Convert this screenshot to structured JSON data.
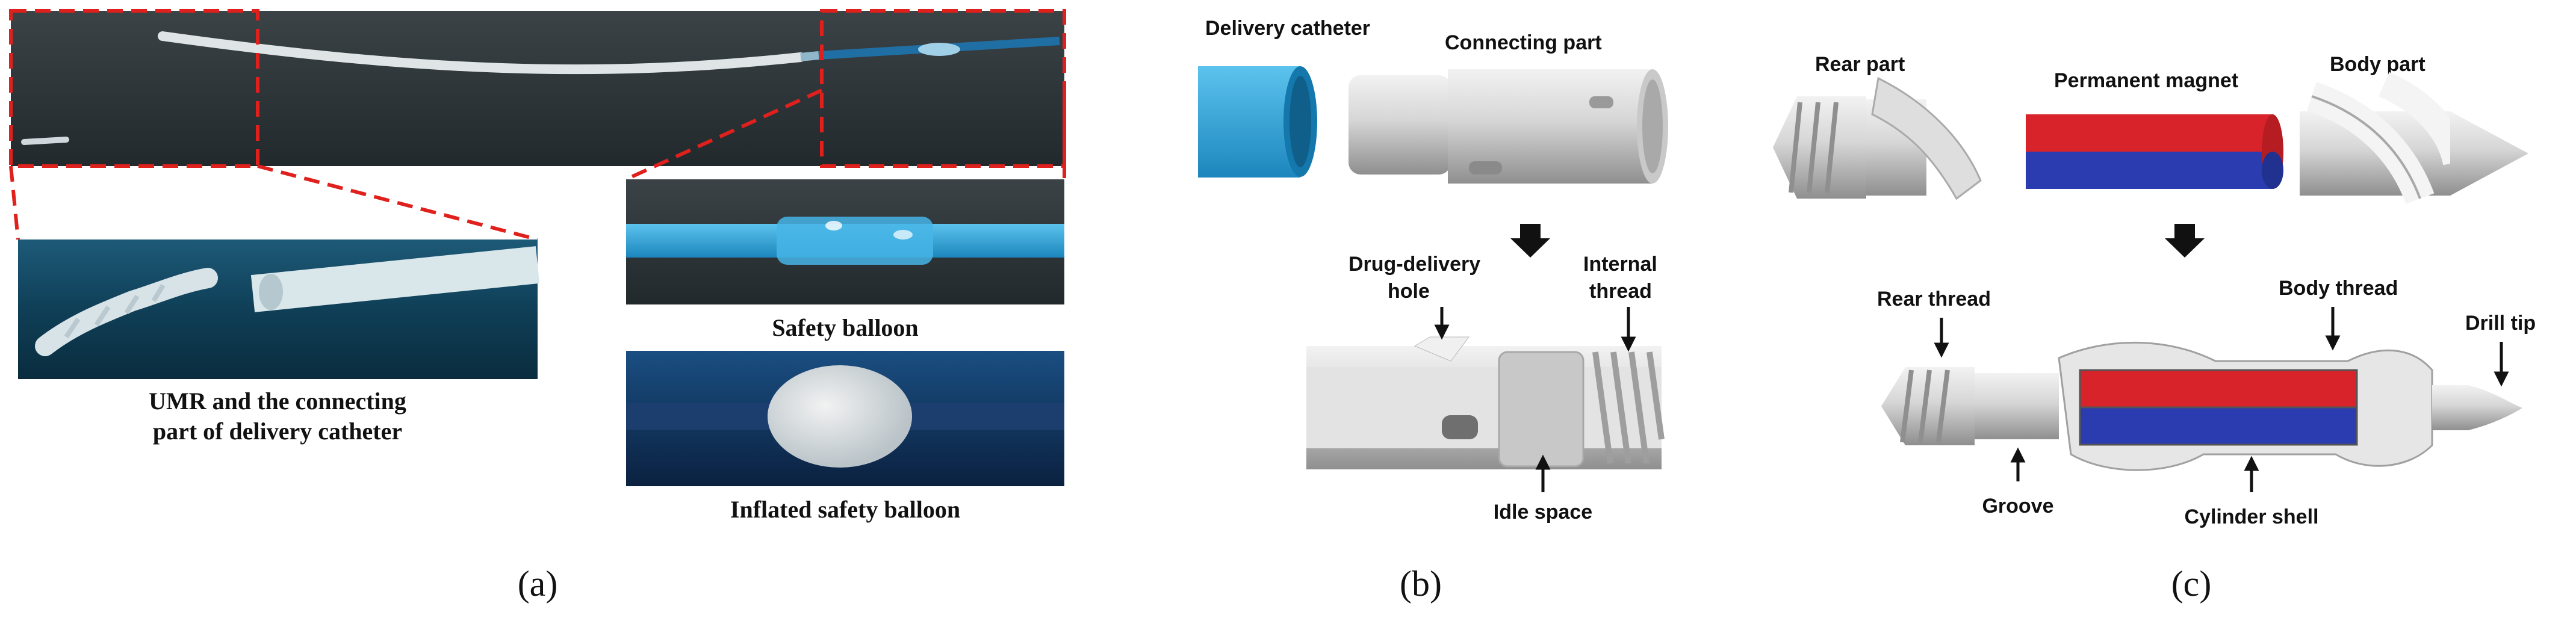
{
  "panel_a": {
    "caption": "(a)",
    "umr_label_line1": "UMR and the connecting",
    "umr_label_line2": "part of delivery catheter",
    "safety_balloon_label": "Safety balloon",
    "inflated_label": "Inflated safety balloon"
  },
  "panel_b": {
    "caption": "(b)",
    "delivery_catheter": "Delivery catheter",
    "connecting_part": "Connecting part",
    "drug_delivery_line1": "Drug-delivery",
    "drug_delivery_line2": "hole",
    "internal_thread_line1": "Internal",
    "internal_thread_line2": "thread",
    "idle_space": "Idle space"
  },
  "panel_c": {
    "caption": "(c)",
    "rear_part": "Rear part",
    "permanent_magnet": "Permanent magnet",
    "body_part": "Body part",
    "rear_thread": "Rear thread",
    "body_thread": "Body thread",
    "drill_tip": "Drill tip",
    "groove": "Groove",
    "cylinder_shell": "Cylinder shell"
  },
  "colors": {
    "photo_bg": "#2e3538",
    "catheter_blue": "#2a9fd6",
    "magnet_red": "#d8232a",
    "magnet_blue": "#2b3bb0",
    "dash_red": "#e0201c",
    "part_gray": "#d4d4d4"
  }
}
